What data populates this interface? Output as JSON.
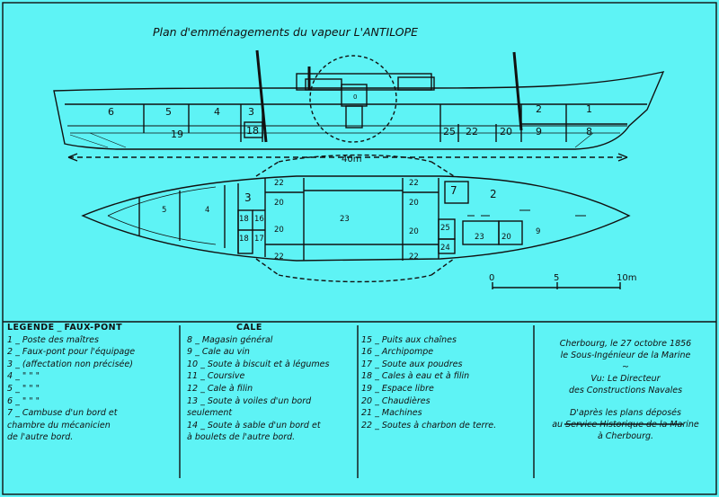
{
  "title": "Plan d'emménagements du vapeur L'ANTILOPE",
  "dimension_label": "40m",
  "scale_labels": [
    "0",
    "5",
    "10m"
  ],
  "profile_numbers": [
    "6",
    "5",
    "4",
    "3",
    "18",
    "19",
    "0",
    "25",
    "22",
    "20",
    "9",
    "2",
    "1",
    "8"
  ],
  "deck_numbers": [
    "5",
    "4",
    "3",
    "22",
    "22",
    "20",
    "20",
    "23",
    "20",
    "20",
    "22",
    "22",
    "18",
    "16",
    "18",
    "17",
    "7",
    "2",
    "25",
    "24",
    "23",
    "20",
    "9"
  ],
  "legend": {
    "header_main": "LEGENDE",
    "header_faux_pont": "FAUX-PONT",
    "header_cale": "CALE",
    "col1": [
      "1 _ Poste des maîtres",
      "2 _ Faux-pont pour l'équipage",
      "3 _ (affectation non précisée)",
      "4 _       \"          \"          \"",
      "5 _       \"          \"          \"",
      "6 _       \"          \"          \"",
      "7 _ Cambuse d'un bord et",
      "      chambre du mécanicien",
      "      de l'autre bord."
    ],
    "col2": [
      "8 _ Magasin général",
      "9 _ Cale au vin",
      "10 _ Soute à biscuit et à légumes",
      "11 _ Coursive",
      "12 _ Cale à filin",
      "13 _ Soute à voiles d'un bord",
      "        seulement",
      "14 _ Soute à sable d'un bord et",
      "        à boulets de l'autre bord."
    ],
    "col3": [
      "15 _ Puits aux chaînes",
      "16 _ Archipompe",
      "17 _ Soute aux poudres",
      "18 _ Cales à eau et à filin",
      "19 _ Espace libre",
      "20 _ Chaudières",
      "21 _ Machines",
      "22 _ Soutes à charbon de terre."
    ]
  },
  "credit": {
    "line1": "Cherbourg, le 27 octobre 1856",
    "line2": "le Sous-Ingénieur de la Marine",
    "line3": "~",
    "line4": "Vu: Le Directeur",
    "line5": "des Constructions Navales",
    "line6": "D'après les plans déposés",
    "line7": "au Service Historique de la Marine",
    "line8": "à Cherbourg."
  }
}
